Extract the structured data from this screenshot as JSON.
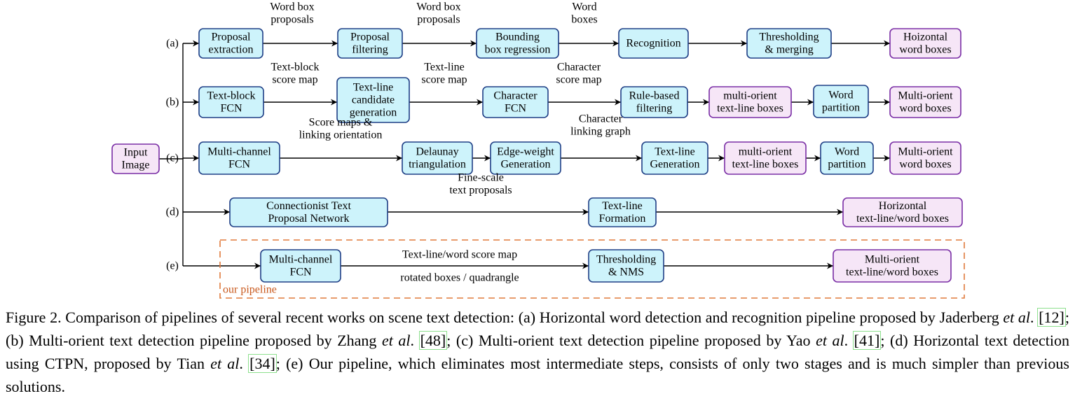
{
  "diagram": {
    "rows": {
      "a": {
        "label": "(a)",
        "nodes": [
          [
            "Proposal",
            "extraction"
          ],
          [
            "Proposal",
            "filtering"
          ],
          [
            "Bounding",
            "box regression"
          ],
          [
            "Recognition"
          ],
          [
            "Thresholding",
            "& merging"
          ],
          [
            "Hoizontal",
            "word boxes"
          ]
        ],
        "edge_labels": [
          [
            "Word box",
            "proposals"
          ],
          [
            "Word box",
            "proposals"
          ],
          [
            "Word",
            "boxes"
          ]
        ]
      },
      "b": {
        "label": "(b)",
        "nodes": [
          [
            "Text-block",
            "FCN"
          ],
          [
            "Text-line",
            "candidate",
            "generation"
          ],
          [
            "Character",
            "FCN"
          ],
          [
            "Rule-based",
            "filtering"
          ],
          [
            "multi-orient",
            "text-line boxes"
          ],
          [
            "Word",
            "partition"
          ],
          [
            "Multi-orient",
            "word boxes"
          ]
        ],
        "edge_labels": [
          [
            "Text-block",
            "score map"
          ],
          [
            "Text-line",
            "score map"
          ],
          [
            "Character",
            "score map"
          ]
        ]
      },
      "c": {
        "label": "(c)",
        "input": [
          "Input",
          "Image"
        ],
        "nodes": [
          [
            "Multi-channel",
            "FCN"
          ],
          [
            "Delaunay",
            "triangulation"
          ],
          [
            "Edge-weight",
            "Generation"
          ],
          [
            "Text-line",
            "Generation"
          ],
          [
            "multi-orient",
            "text-line boxes"
          ],
          [
            "Word",
            "partition"
          ],
          [
            "Multi-orient",
            "word boxes"
          ]
        ],
        "edge_labels": [
          [
            "Score maps &",
            "linking orientation"
          ],
          [
            "Character",
            "linking graph"
          ]
        ]
      },
      "d": {
        "label": "(d)",
        "nodes": [
          [
            "Connectionist Text",
            "Proposal Network"
          ],
          [
            "Text-line",
            "Formation"
          ],
          [
            "Horizontal",
            "text-line/word boxes"
          ]
        ],
        "edge_labels": [
          [
            "Fine-scale",
            "text proposals"
          ]
        ]
      },
      "e": {
        "label": "(e)",
        "nodes": [
          [
            "Multi-channel",
            "FCN"
          ],
          [
            "Thresholding",
            "& NMS"
          ],
          [
            "Multi-orient",
            "text-line/word boxes"
          ]
        ],
        "edge_labels": [
          [
            "Text-line/word score map",
            "rotated boxes / quadrangle"
          ]
        ],
        "pipeline_label": "our pipeline"
      }
    }
  },
  "caption": {
    "figure_label": "Figure 2.",
    "t1": " Comparison of pipelines of several recent works on scene text detection: (a) Horizontal word detection and recognition pipeline proposed by Jaderberg ",
    "etal1": "et al",
    "t2": ". ",
    "ref1": "[12]",
    "t3": "; (b) Multi-orient text detection pipeline proposed by Zhang ",
    "etal2": "et al",
    "t4": ". ",
    "ref2": "[48]",
    "t5": "; (c) Multi-orient text detection pipeline proposed by Yao ",
    "etal3": "et al",
    "t6": ". ",
    "ref3": "[41]",
    "t7": "; (d) Horizontal text detection using CTPN, proposed by Tian ",
    "etal4": "et al",
    "t8": ". ",
    "ref4": "[34]",
    "t9": "; (e) Our pipeline, which eliminates most intermediate steps, consists of only two stages and is much simpler than previous solutions."
  }
}
